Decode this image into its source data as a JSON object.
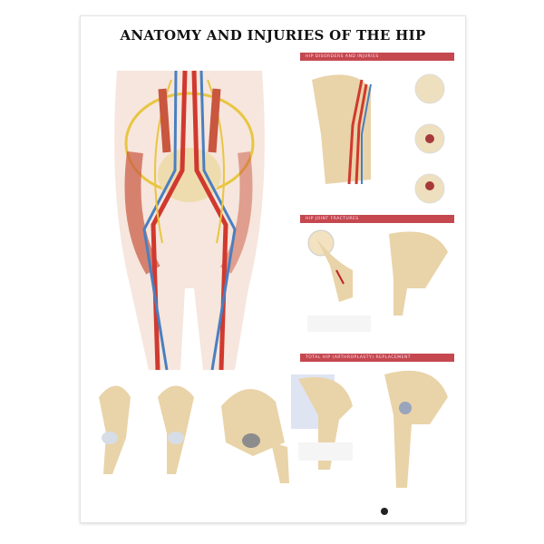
{
  "poster": {
    "title": "ANATOMY AND INJURIES OF THE HIP",
    "section_headers": [
      "HIP DISORDERS AND INJURIES",
      "HIP JOINT FRACTURES",
      "TOTAL HIP (ARTHROPLASTY) REPLACEMENT"
    ],
    "colors": {
      "header": "#c5484f",
      "artery": "#d0392f",
      "vein": "#4a7fc0",
      "nerve": "#e8c640",
      "bone": "#e9d3a8"
    }
  }
}
